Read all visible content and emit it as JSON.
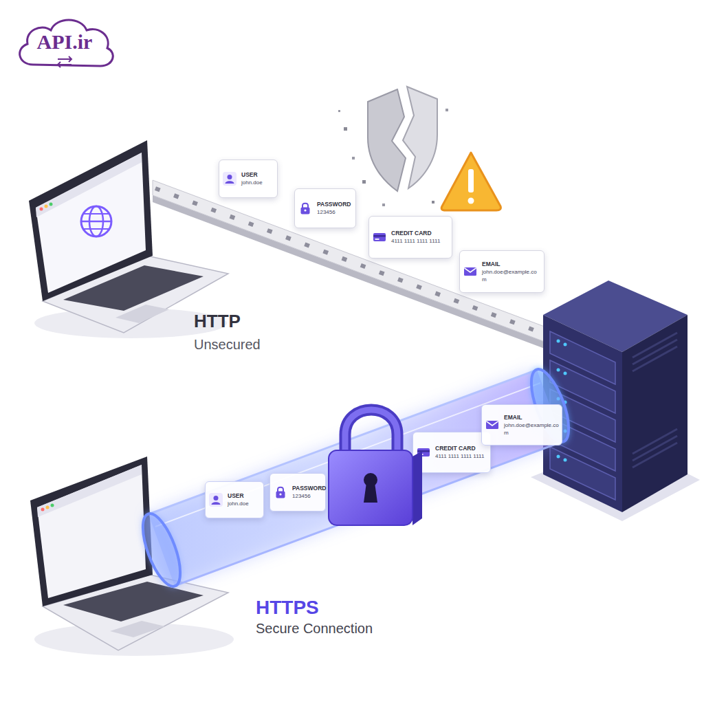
{
  "diagram": {
    "nodes": [
      {
        "text": [
          "API.ir"
        ]
      },
      {
        "text": [
          "USER",
          "john.doe"
        ]
      },
      {
        "text": [
          "PASSWORD",
          "123456"
        ]
      },
      {
        "text": [
          "CREDIT CARD",
          "4111 1111 1111 1111"
        ]
      },
      {
        "text": [
          "EMAIL",
          "john.doe@example.com"
        ]
      },
      {
        "text": [
          "USER",
          "john.doe"
        ]
      },
      {
        "text": [
          "PASSWORD",
          "123456"
        ]
      },
      {
        "text": [
          "CREDIT CARD",
          "4111 1111 1111 1111"
        ]
      },
      {
        "text": [
          "EMAIL",
          "john.doe@example.com"
        ]
      }
    ],
    "labels": [
      "HTTP",
      "Unsecured",
      "HTTPS",
      "Secure Connection"
    ]
  }
}
